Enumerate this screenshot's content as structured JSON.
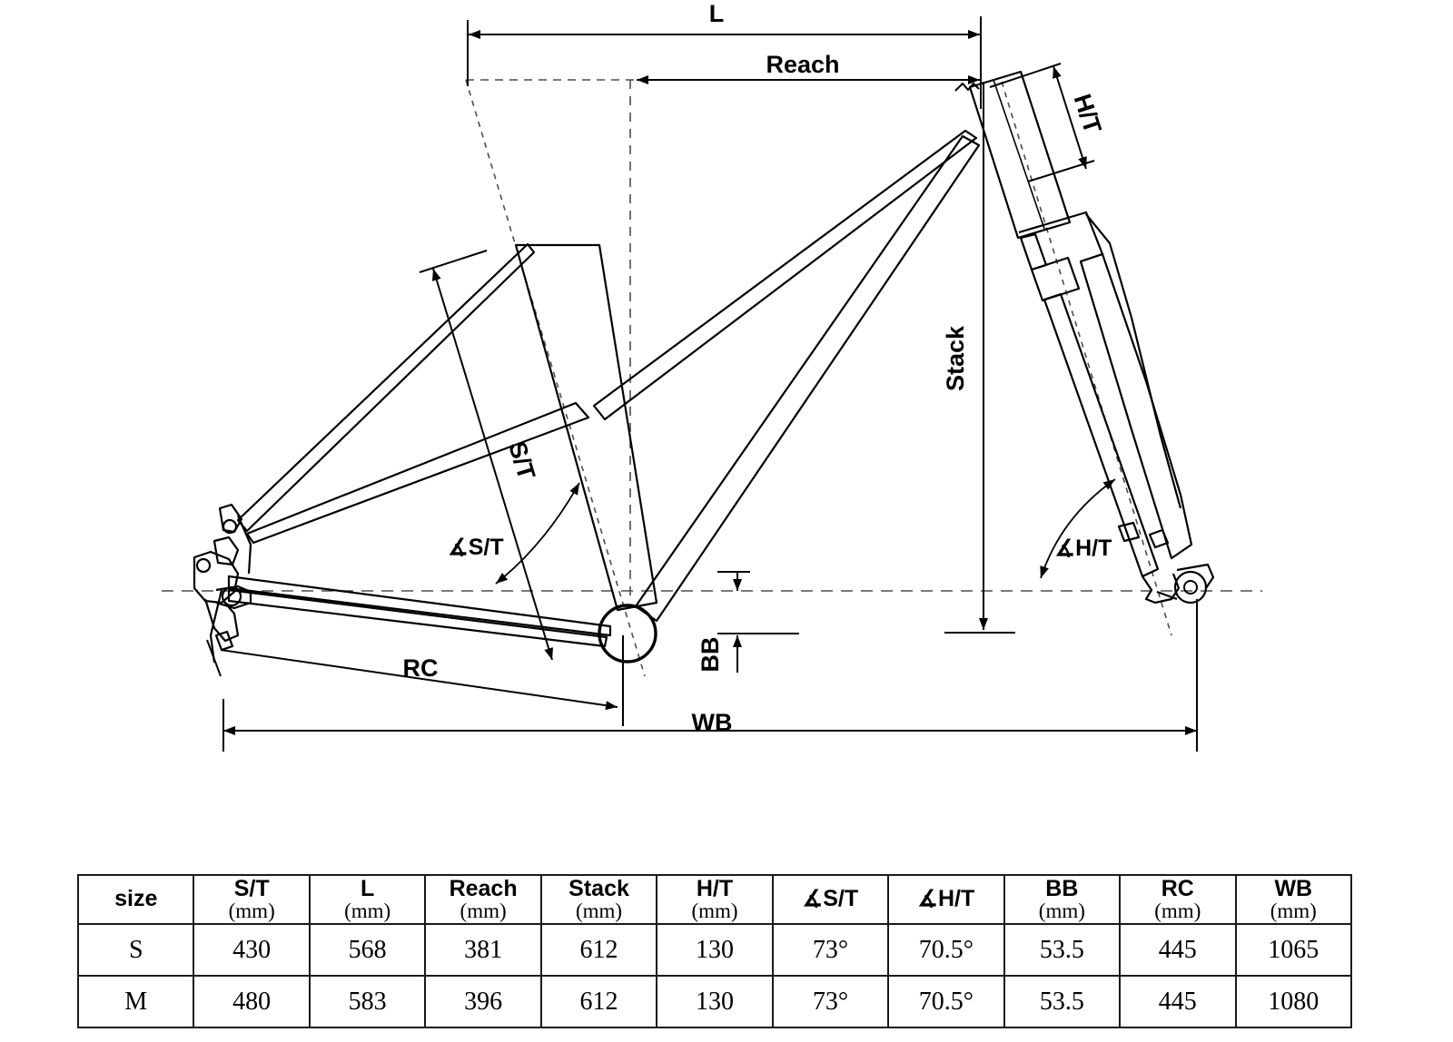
{
  "diagram": {
    "labels": {
      "length": "L",
      "reach": "Reach",
      "head_tube": "H/T",
      "stack": "Stack",
      "seat_tube": "S/T",
      "seat_tube_angle": "∡S/T",
      "head_tube_angle": "∡H/T",
      "bottom_bracket_drop": "BB",
      "rear_center": "RC",
      "wheelbase": "WB"
    }
  },
  "table": {
    "columns": [
      {
        "label": "size",
        "unit": ""
      },
      {
        "label": "S/T",
        "unit": "(mm)"
      },
      {
        "label": "L",
        "unit": "(mm)"
      },
      {
        "label": "Reach",
        "unit": "(mm)"
      },
      {
        "label": "Stack",
        "unit": "(mm)"
      },
      {
        "label": "H/T",
        "unit": "(mm)"
      },
      {
        "label": "∡S/T",
        "unit": ""
      },
      {
        "label": "∡H/T",
        "unit": ""
      },
      {
        "label": "BB",
        "unit": "(mm)"
      },
      {
        "label": "RC",
        "unit": "(mm)"
      },
      {
        "label": "WB",
        "unit": "(mm)"
      }
    ],
    "rows": [
      {
        "size": "S",
        "seat_tube": "430",
        "length": "568",
        "reach": "381",
        "stack": "612",
        "head_tube": "130",
        "seat_tube_angle": "73°",
        "head_tube_angle": "70.5°",
        "bb_drop": "53.5",
        "rear_center": "445",
        "wheelbase": "1065"
      },
      {
        "size": "M",
        "seat_tube": "480",
        "length": "583",
        "reach": "396",
        "stack": "612",
        "head_tube": "130",
        "seat_tube_angle": "73°",
        "head_tube_angle": "70.5°",
        "bb_drop": "53.5",
        "rear_center": "445",
        "wheelbase": "1080"
      }
    ]
  },
  "colors": {
    "line": "#000000",
    "construction": "#555555",
    "background": "#ffffff"
  }
}
